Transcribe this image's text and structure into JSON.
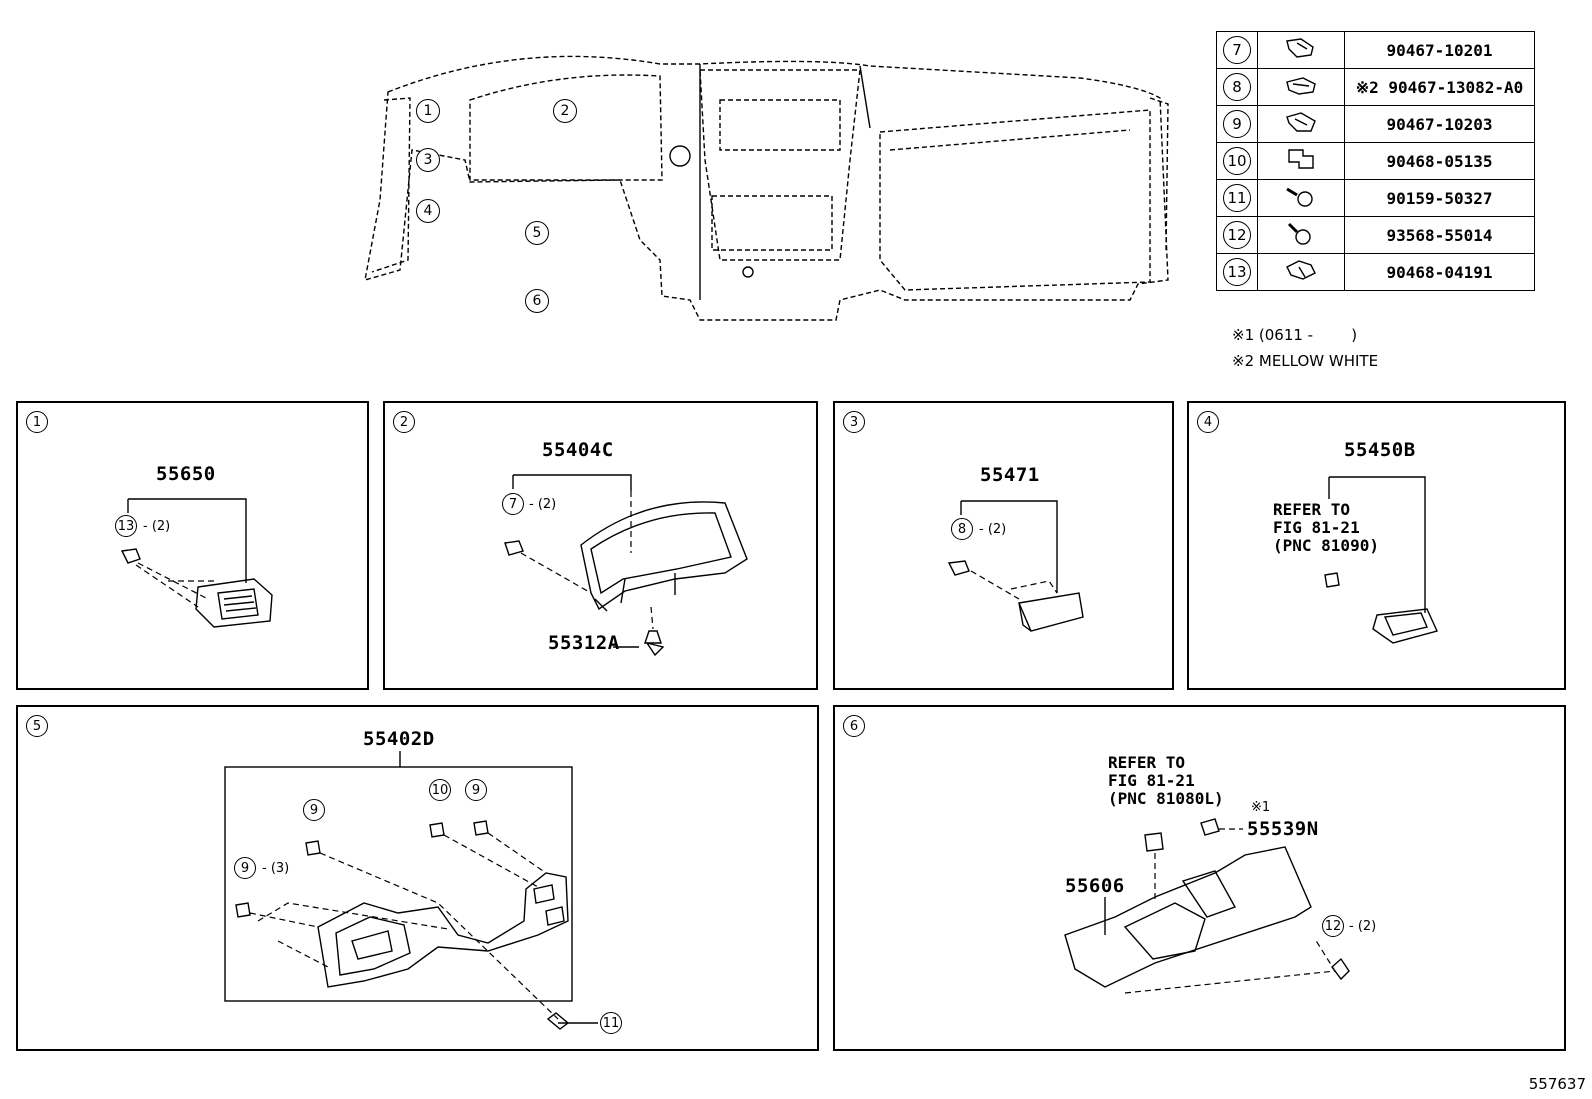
{
  "overview": {
    "callouts": [
      "1",
      "2",
      "3",
      "4",
      "5",
      "6"
    ]
  },
  "parts_table": [
    {
      "ref": "7",
      "icon": "clip-icon",
      "part_no": "90467-10201"
    },
    {
      "ref": "8",
      "icon": "clip-icon",
      "part_no": "※2 90467-13082-A0"
    },
    {
      "ref": "9",
      "icon": "clip-icon",
      "part_no": "90467-10203"
    },
    {
      "ref": "10",
      "icon": "nut-clip-icon",
      "part_no": "90468-05135"
    },
    {
      "ref": "11",
      "icon": "screw-icon",
      "part_no": "90159-50327"
    },
    {
      "ref": "12",
      "icon": "screw-icon",
      "part_no": "93568-55014"
    },
    {
      "ref": "13",
      "icon": "clip-icon",
      "part_no": "90468-04191"
    }
  ],
  "notes": {
    "note1": "※1 (0611 -        )",
    "note2": "※2 MELLOW WHITE"
  },
  "panels": {
    "p1": {
      "num": "1",
      "part": "55650",
      "clip_ref": "13",
      "clip_qty": "- (2)"
    },
    "p2": {
      "num": "2",
      "part": "55404C",
      "clip_ref": "7",
      "clip_qty": "- (2)",
      "part2": "55312A"
    },
    "p3": {
      "num": "3",
      "part": "55471",
      "clip_ref": "8",
      "clip_qty": "- (2)"
    },
    "p4": {
      "num": "4",
      "part": "55450B",
      "refer": "REFER TO\nFIG 81-21\n(PNC 81090)"
    },
    "p5": {
      "num": "5",
      "part": "55402D",
      "ref_9a": "9",
      "ref_9b": "9",
      "ref_9b_qty": "- (3)",
      "ref_10": "10",
      "ref_9c": "9",
      "ref_11": "11"
    },
    "p6": {
      "num": "6",
      "refer": "REFER TO\nFIG 81-21\n(PNC 81080L)",
      "note_mark": "※1",
      "part_a": "55539N",
      "part_b": "55606",
      "screw_ref": "12",
      "screw_qty": "- (2)"
    }
  },
  "figure_number": "557637"
}
